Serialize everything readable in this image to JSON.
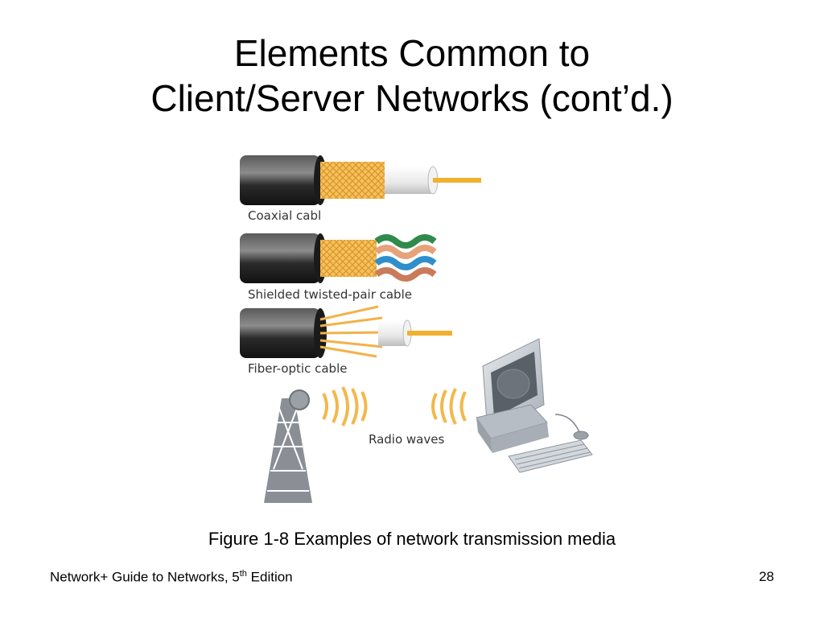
{
  "slide": {
    "title_line1": "Elements Common to",
    "title_line2": "Client/Server Networks (cont’d.)",
    "caption": "Figure 1-8 Examples of network transmission media",
    "footer": {
      "book_prefix": "Network+ Guide to Networks, 5",
      "book_sup": "th",
      "book_suffix": " Edition",
      "page_number": "28"
    }
  },
  "figure": {
    "labels": {
      "coaxial": "Coaxial cabl",
      "shielded": "Shielded twisted-pair cable",
      "fiber": "Fiber-optic cable",
      "radio": "Radio waves"
    },
    "colors": {
      "jacket": "#2b2b2b",
      "shield_braid": "#f2b24a",
      "conductor": "#f0b12e",
      "tower": "#8a8f96",
      "computer": "#c9ced4",
      "wave": "#f3b84a"
    }
  }
}
